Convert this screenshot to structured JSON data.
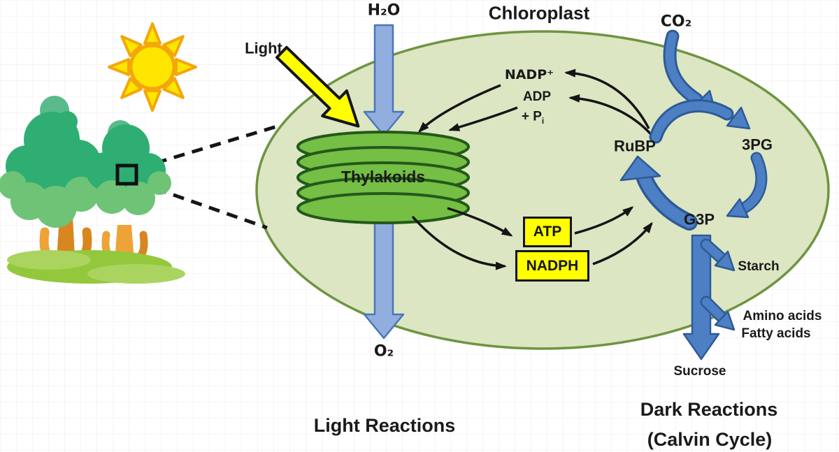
{
  "diagram": {
    "title": "Chloroplast",
    "section_labels": {
      "light_reactions": "Light Reactions",
      "dark_reactions": "Dark Reactions",
      "calvin_cycle": "(Calvin Cycle)"
    }
  },
  "labels": {
    "h2o": "H₂O",
    "light": "Light",
    "co2": "CO₂",
    "o2": "O₂",
    "nadp_plus": "NADP⁺",
    "adp": "ADP",
    "pi": {
      "base": "+ P",
      "sub": "i"
    },
    "rubp": "RuBP",
    "pg3": "3PG",
    "g3p": "G3P",
    "thylakoids": "Thylakoids",
    "atp": "ATP",
    "nadph": "NADPH",
    "starch": "Starch",
    "amino_acids": "Amino acids",
    "fatty_acids": "Fatty acids",
    "sucrose": "Sucrose"
  },
  "colors": {
    "chloroplast_fill": "#DCE6C3",
    "chloroplast_stroke": "#6F9440",
    "thylakoid_fill": "#74BF44",
    "thylakoid_stroke": "#24591A",
    "arrow_blue": "#4D7FC4",
    "arrow_blue_dark": "#2E5B97",
    "water_fill": "#92AEDE",
    "water_stroke": "#4A76B8",
    "yellow": "#FFFF00",
    "sun_yellow": "#FFE600",
    "sun_orange": "#F4A70B",
    "tree_green_dark": "#2FAE73",
    "tree_green_light": "#6EC377",
    "tree_green_top": "#59BB8B",
    "trunk_orange": "#D8861F",
    "trunk_orange_light": "#EDA336",
    "grass_green": "#93C83D",
    "grass_green_light": "#AAD45F",
    "text_color": "#1A1A1A"
  }
}
